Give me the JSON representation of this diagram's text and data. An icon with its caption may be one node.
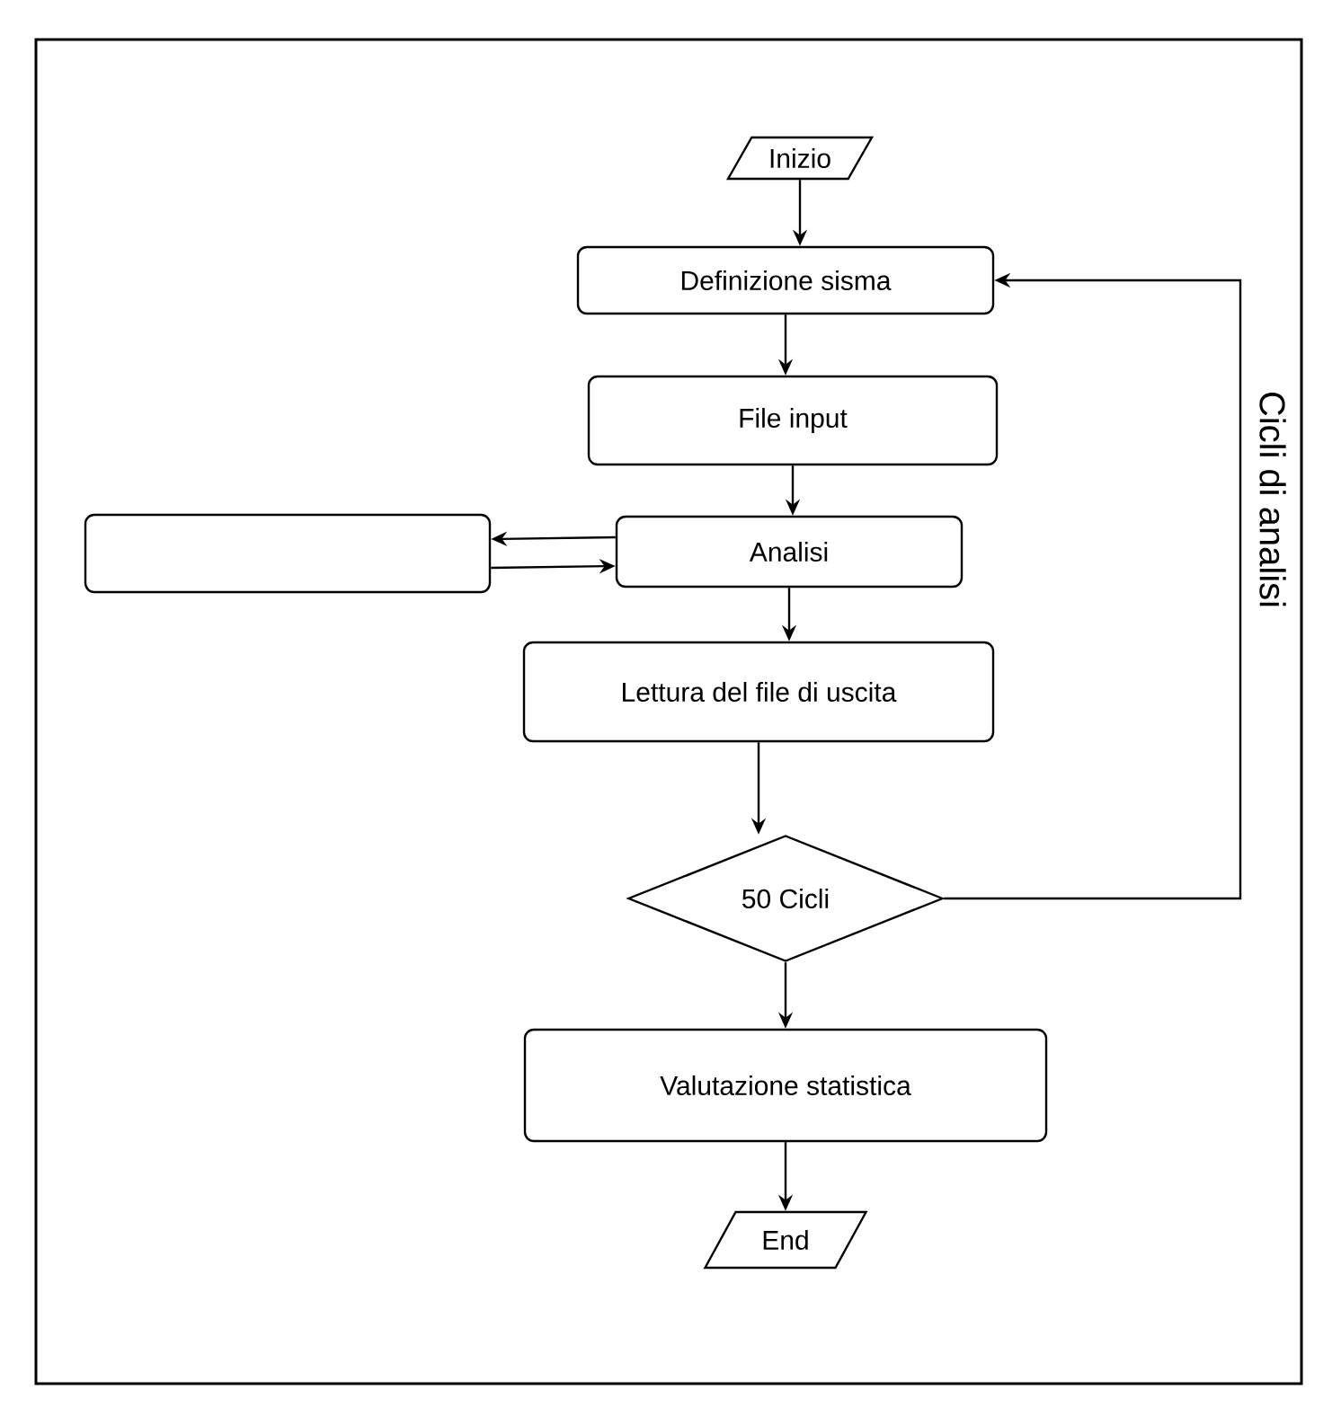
{
  "diagram": {
    "nodes": [
      {
        "text": [
          "Inizio"
        ]
      },
      {
        "text": [
          "Definizione sisma"
        ]
      },
      {
        "text": [
          "File input"
        ]
      },
      {
        "text": [],
        "shape": "box"
      },
      {
        "text": [
          "Analisi"
        ]
      },
      {
        "text": [
          "Lettura del file di uscita"
        ]
      },
      {
        "text": [
          "50 Cicli"
        ]
      },
      {
        "text": [
          "Valutazione statistica"
        ]
      },
      {
        "text": [
          "End"
        ]
      }
    ],
    "edges": [
      {
        "from": 0,
        "to": 1,
        "arrow": "to"
      },
      {
        "from": 1,
        "to": 2,
        "arrow": "to"
      },
      {
        "from": 2,
        "to": 4,
        "arrow": "to"
      },
      {
        "from": 4,
        "to": 3,
        "arrow": "to"
      },
      {
        "from": 3,
        "to": 4,
        "arrow": "to"
      },
      {
        "from": 4,
        "to": 5,
        "arrow": "to"
      },
      {
        "from": 5,
        "to": 6,
        "arrow": "to"
      },
      {
        "from": 6,
        "to": 1,
        "arrow": "to",
        "label": "Cicli di analisi"
      },
      {
        "from": 6,
        "to": 7,
        "arrow": "to"
      },
      {
        "from": 7,
        "to": 8,
        "arrow": "to"
      }
    ]
  }
}
